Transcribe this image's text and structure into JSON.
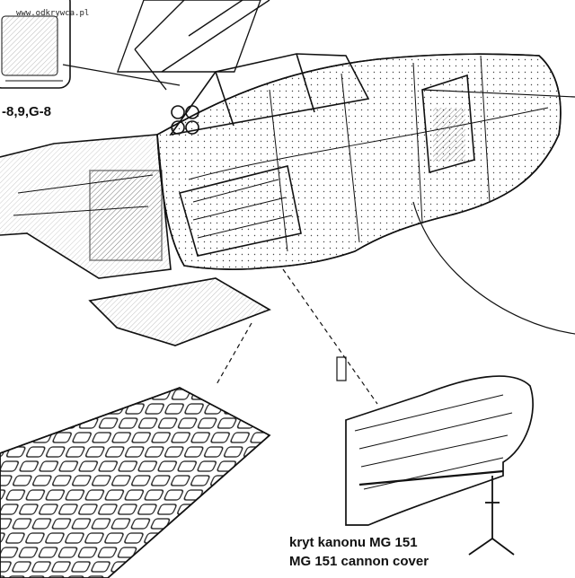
{
  "watermark": "www.odkrywca.pl",
  "variant_label": "-8,9,G-8",
  "caption": {
    "line1": "kryt kanonu MG 151",
    "line2": "MG 151 cannon cover"
  },
  "parts": [
    "fuselage-section",
    "cockpit-canopy-frame",
    "open-hatch-panel",
    "lower-fuselage-panel",
    "cannon-cover",
    "cannon-cover-support-stand",
    "upper-left-inset-panel"
  ],
  "colors": {
    "ink": "#111111",
    "background": "#ffffff"
  }
}
